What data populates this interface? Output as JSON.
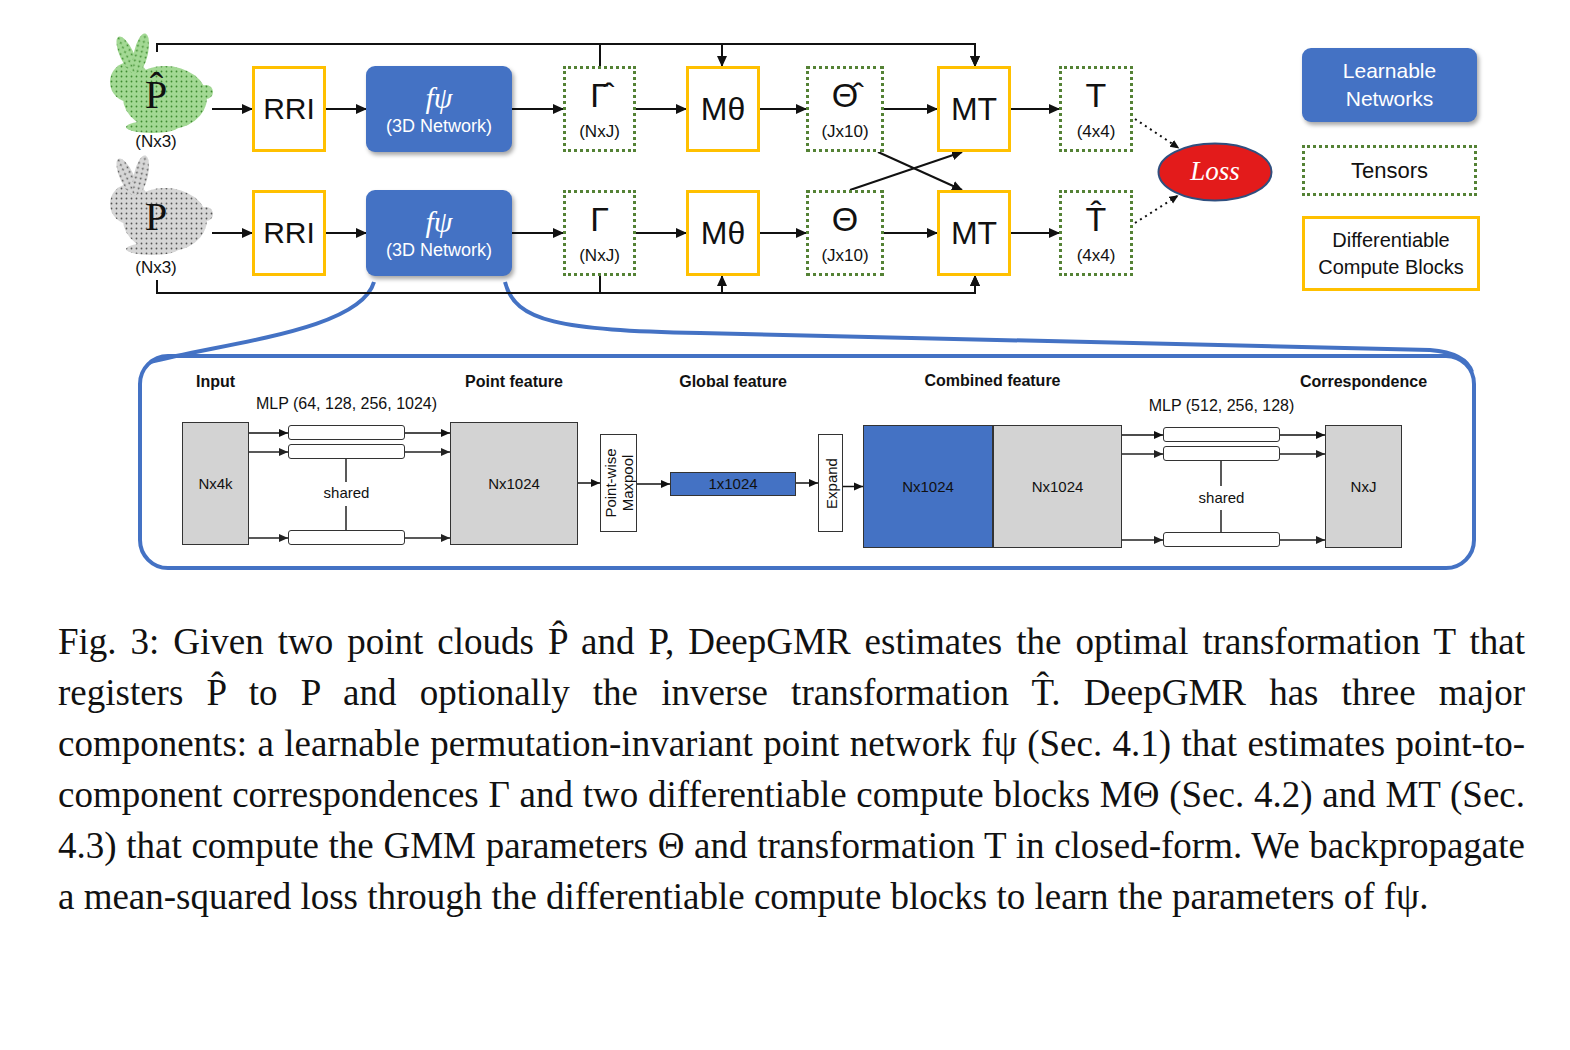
{
  "diagram": {
    "caption": "Fig. 3: Given two point clouds P̂ and P, DeepGMR estimates the optimal transformation T that registers P̂ to P and optionally the inverse transformation T̂. DeepGMR has three major components: a learnable permutation-invariant point network fψ (Sec. 4.1) that estimates point-to-component correspondences Γ and two differentiable compute blocks MΘ (Sec. 4.2) and MT (Sec. 4.3) that compute the GMM parameters Θ and transformation T in closed-form. We backpropagate a mean-squared loss through the differentiable compute blocks to learn the parameters of fψ.",
    "nodes": [
      {
        "text": [
          "P̂",
          "(Nx3)"
        ]
      },
      {
        "text": [
          "RRI"
        ]
      },
      {
        "text": [
          "fψ",
          "(3D Network)"
        ]
      },
      {
        "text": [
          "Γ̂",
          "(NxJ)"
        ]
      },
      {
        "text": [
          "Mθ"
        ]
      },
      {
        "text": [
          "Θ̂",
          "(Jx10)"
        ]
      },
      {
        "text": [
          "MT"
        ]
      },
      {
        "text": [
          "T",
          "(4x4)"
        ]
      },
      {
        "text": [
          "Loss"
        ]
      },
      {
        "text": [
          "P",
          "(Nx3)"
        ]
      },
      {
        "text": [
          "RRI"
        ]
      },
      {
        "text": [
          "fψ",
          "(3D Network)"
        ]
      },
      {
        "text": [
          "Γ",
          "(NxJ)"
        ]
      },
      {
        "text": [
          "Mθ"
        ]
      },
      {
        "text": [
          "Θ",
          "(Jx10)"
        ]
      },
      {
        "text": [
          "MT"
        ]
      },
      {
        "text": [
          "T̂",
          "(4x4)"
        ]
      },
      {
        "text": [
          "Input",
          "Nx4k"
        ]
      },
      {
        "text": [
          "MLP (64, 128, 256, 1024)",
          "shared"
        ]
      },
      {
        "text": [
          "Point feature",
          "Nx1024"
        ]
      },
      {
        "text": [
          "Point-wise Maxpool"
        ]
      },
      {
        "text": [
          "Global feature",
          "1x1024"
        ]
      },
      {
        "text": [
          "Expand"
        ]
      },
      {
        "text": [
          "Combined feature"
        ]
      },
      {
        "text": [
          "Nx1024"
        ],
        "in": 23
      },
      {
        "text": [
          "Nx1024"
        ],
        "in": 23
      },
      {
        "text": [
          "MLP (512, 256, 128)",
          "shared"
        ]
      },
      {
        "text": [
          "Correspondence",
          "NxJ"
        ]
      }
    ],
    "edges": [
      {
        "from": 0,
        "to": 1,
        "arrow": "to"
      },
      {
        "from": 1,
        "to": 2,
        "arrow": "to"
      },
      {
        "from": 2,
        "to": 3,
        "arrow": "to"
      },
      {
        "from": 3,
        "to": 4,
        "arrow": "to"
      },
      {
        "from": 4,
        "to": 5,
        "arrow": "to"
      },
      {
        "from": 5,
        "to": 6,
        "arrow": "to"
      },
      {
        "from": 6,
        "to": 7,
        "arrow": "to"
      },
      {
        "from": 7,
        "to": 8,
        "arrow": "to"
      },
      {
        "from": 0,
        "to": 4,
        "arrow": "to"
      },
      {
        "from": 0,
        "to": 6,
        "arrow": "to"
      },
      {
        "from": 3,
        "to": 6,
        "arrow": "to"
      },
      {
        "from": 5,
        "to": 15,
        "arrow": "to"
      },
      {
        "from": 9,
        "to": 10,
        "arrow": "to"
      },
      {
        "from": 10,
        "to": 11,
        "arrow": "to"
      },
      {
        "from": 11,
        "to": 12,
        "arrow": "to"
      },
      {
        "from": 12,
        "to": 13,
        "arrow": "to"
      },
      {
        "from": 13,
        "to": 14,
        "arrow": "to"
      },
      {
        "from": 14,
        "to": 6,
        "arrow": "to"
      },
      {
        "from": 14,
        "to": 15,
        "arrow": "to"
      },
      {
        "from": 15,
        "to": 16,
        "arrow": "to"
      },
      {
        "from": 16,
        "to": 8,
        "arrow": "to"
      },
      {
        "from": 9,
        "to": 13,
        "arrow": "to"
      },
      {
        "from": 9,
        "to": 15,
        "arrow": "to"
      },
      {
        "from": 12,
        "to": 15,
        "arrow": "to"
      },
      {
        "from": 17,
        "to": 18,
        "arrow": "to"
      },
      {
        "from": 18,
        "to": 19,
        "arrow": "to"
      },
      {
        "from": 19,
        "to": 20,
        "arrow": "to"
      },
      {
        "from": 20,
        "to": 21,
        "arrow": "to"
      },
      {
        "from": 21,
        "to": 22,
        "arrow": "to"
      },
      {
        "from": 22,
        "to": 23,
        "arrow": "to"
      },
      {
        "from": 23,
        "to": 26,
        "arrow": "to"
      },
      {
        "from": 26,
        "to": 27,
        "arrow": "to"
      }
    ],
    "legend": [
      {
        "text": "Learnable Networks",
        "color": "#4472c4"
      },
      {
        "text": "Tensors"
      },
      {
        "text": "Differentiable Compute Blocks"
      }
    ]
  }
}
